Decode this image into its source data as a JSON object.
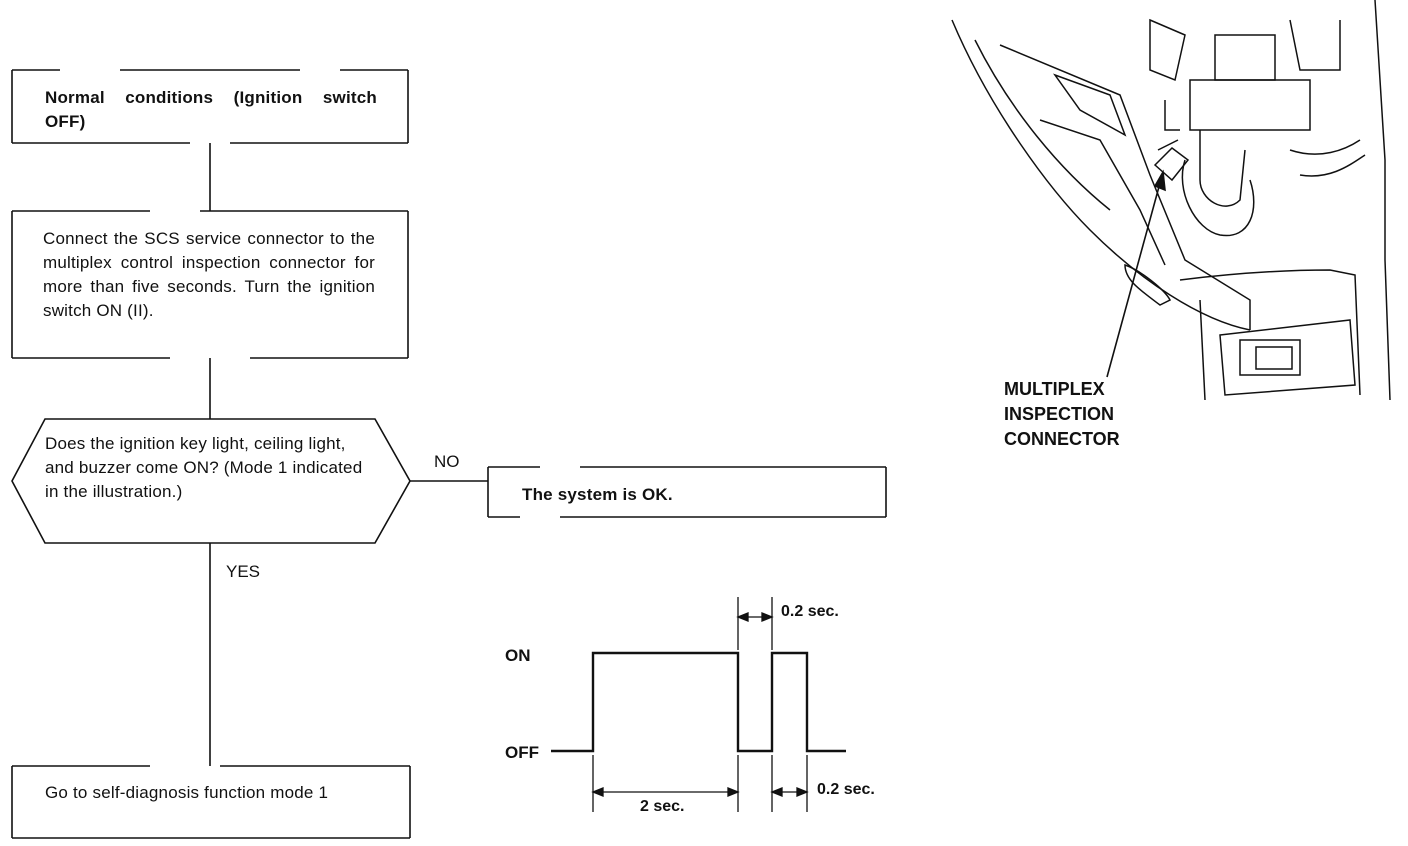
{
  "flowchart": {
    "start": {
      "text": "Normal conditions (Ignition switch OFF)"
    },
    "step1": {
      "text": "Connect the SCS service connector to the multiplex control inspection connector for more than five seconds. Turn the ignition switch ON (II)."
    },
    "decision": {
      "text": "Does the ignition key light, ceiling light, and buzzer come ON? (Mode 1 indicated in the illustration.)"
    },
    "no_label": "NO",
    "yes_label": "YES",
    "no_result": {
      "text": "The system is OK."
    },
    "yes_result": {
      "text": "Go to self-diagnosis function mode 1"
    }
  },
  "timing_chart": {
    "on_label": "ON",
    "off_label": "OFF",
    "pulse_long_label": "2 sec.",
    "gap_label": "0.2 sec.",
    "pulse_short_label": "0.2 sec."
  },
  "illustration": {
    "callout": [
      "MULTIPLEX",
      "INSPECTION",
      "CONNECTOR"
    ]
  }
}
